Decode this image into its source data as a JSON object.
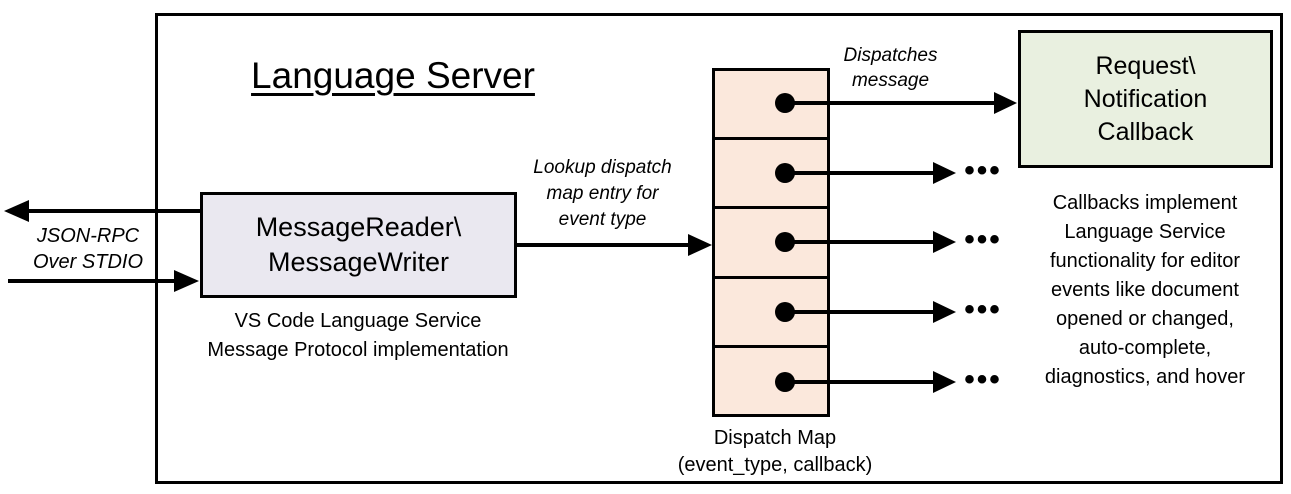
{
  "title": "Language Server",
  "colors": {
    "ink": "#000000",
    "reader_box_fill": "#EAE8F0",
    "dispatch_cell_fill": "#FBE8DC",
    "callback_box_fill": "#E9F0E0"
  },
  "io_label": "JSON-RPC\nOver STDIO",
  "reader_box": {
    "label": "MessageReader\\\nMessageWriter",
    "caption": "VS Code Language Service\nMessage Protocol implementation"
  },
  "lookup_label": "Lookup dispatch\nmap entry for\nevent type",
  "dispatches_label": "Dispatches\nmessage",
  "dispatch_map": {
    "cell_count": 5,
    "label": "Dispatch Map\n(event_type, callback)"
  },
  "callback_box": {
    "label": "Request\\\nNotification\nCallback"
  },
  "callbacks_note": "Callbacks implement\nLanguage Service\nfunctionality for editor\nevents like document\nopened or changed,\nauto-complete,\ndiagnostics, and hover",
  "ellipsis": "•••"
}
